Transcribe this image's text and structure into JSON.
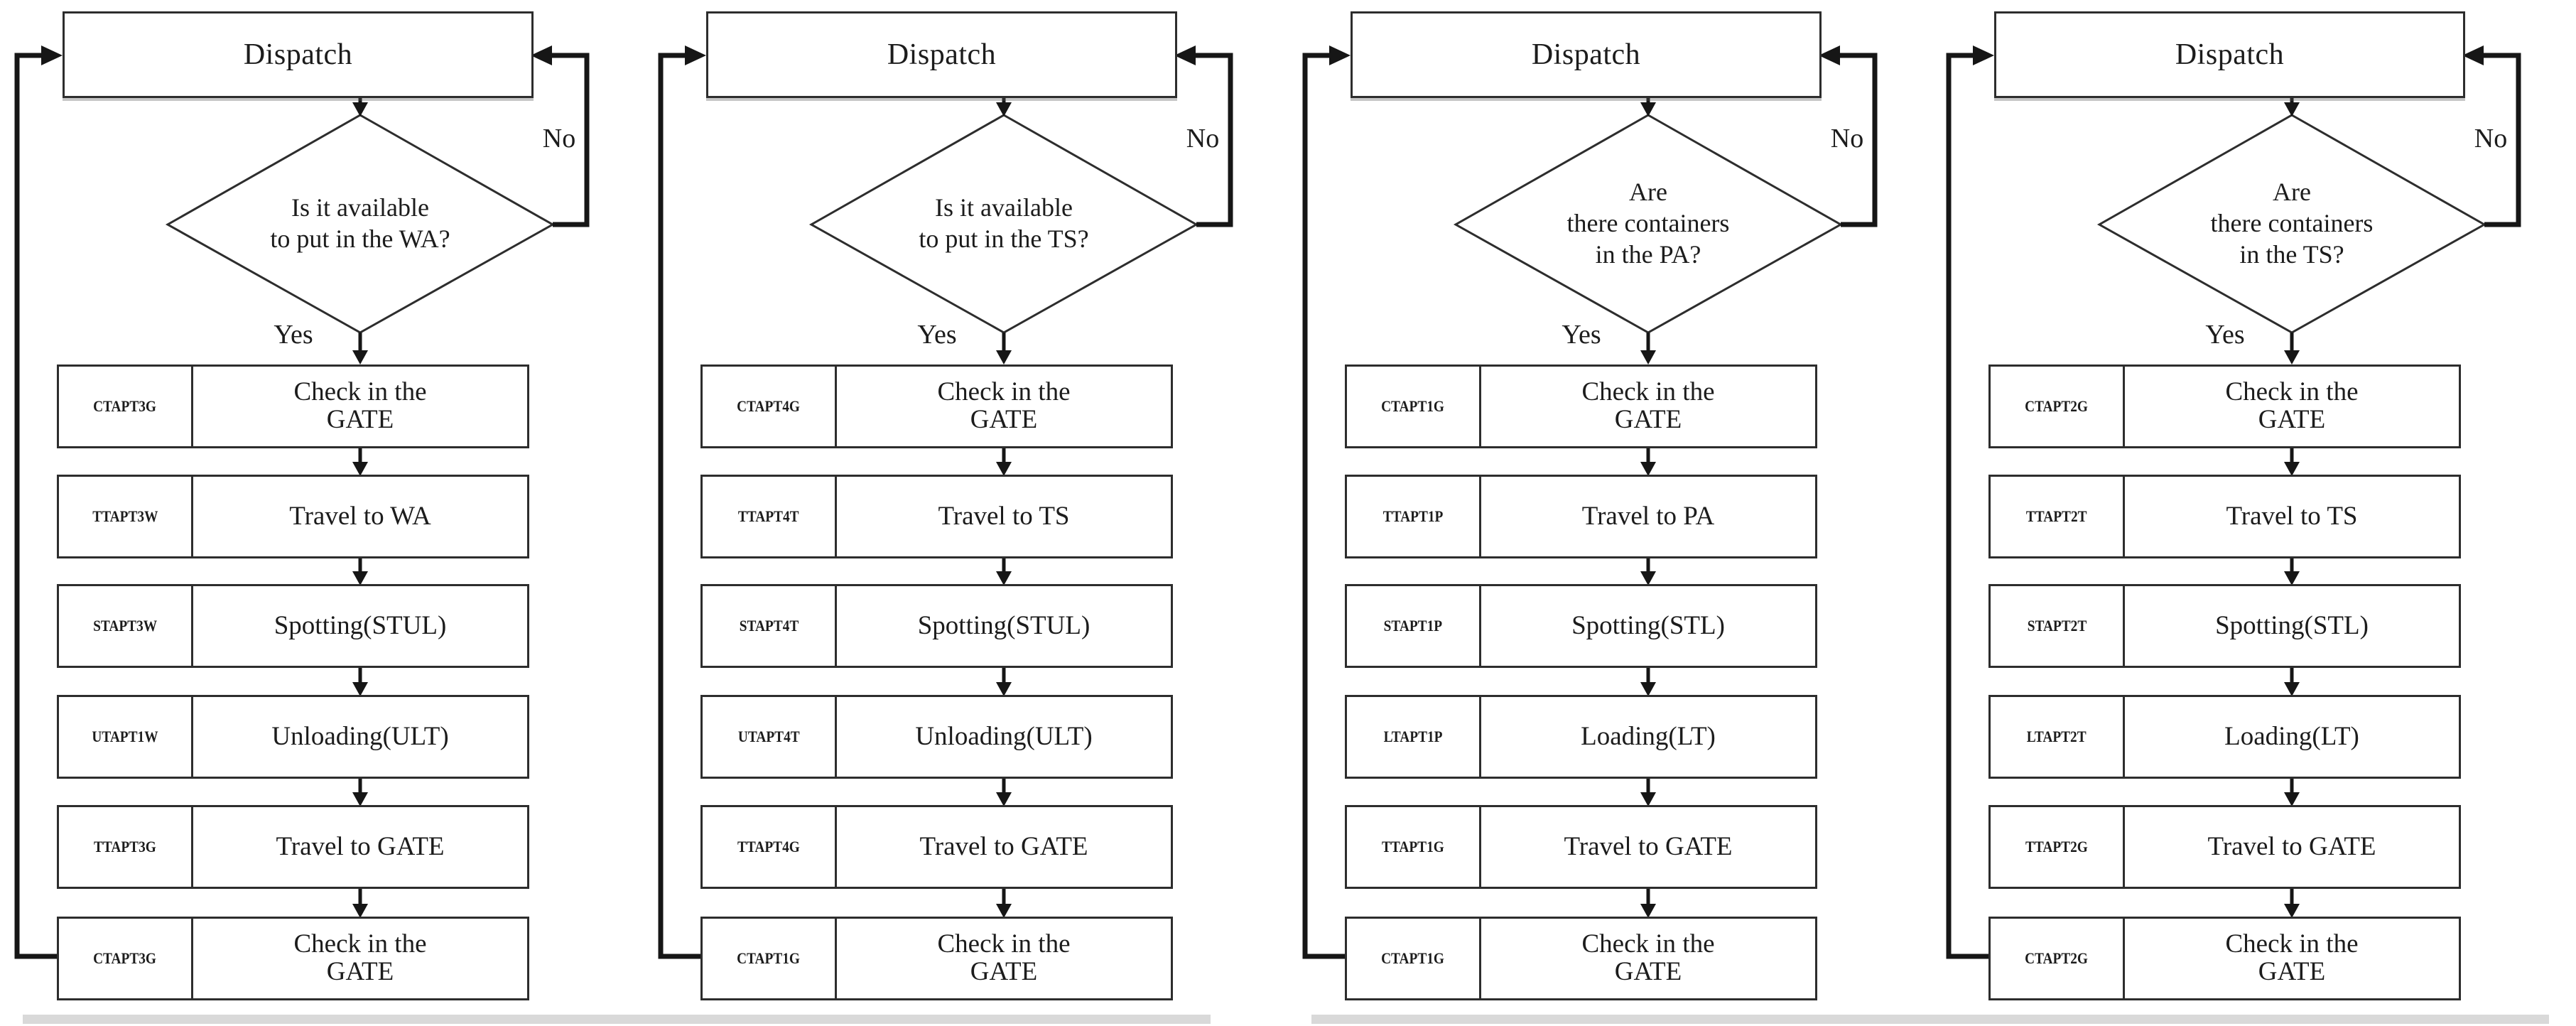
{
  "charts": [
    {
      "dispatch": "Dispatch",
      "question": "Is it available\nto put in the WA?",
      "yes_label": "Yes",
      "no_label": "No",
      "rows": [
        {
          "code": "CTAPT3G",
          "label": "Check in the\nGATE"
        },
        {
          "code": "TTAPT3W",
          "label": "Travel to WA"
        },
        {
          "code": "STAPT3W",
          "label": "Spotting(STUL)"
        },
        {
          "code": "UTAPT1W",
          "label": "Unloading(ULT)"
        },
        {
          "code": "TTAPT3G",
          "label": "Travel to GATE"
        },
        {
          "code": "CTAPT3G",
          "label": "Check in the\nGATE"
        }
      ]
    },
    {
      "dispatch": "Dispatch",
      "question": "Is it available\nto put in the TS?",
      "yes_label": "Yes",
      "no_label": "No",
      "rows": [
        {
          "code": "CTAPT4G",
          "label": "Check in the\nGATE"
        },
        {
          "code": "TTAPT4T",
          "label": "Travel to TS"
        },
        {
          "code": "STAPT4T",
          "label": "Spotting(STUL)"
        },
        {
          "code": "UTAPT4T",
          "label": "Unloading(ULT)"
        },
        {
          "code": "TTAPT4G",
          "label": "Travel to GATE"
        },
        {
          "code": "CTAPT1G",
          "label": "Check in the\nGATE"
        }
      ]
    },
    {
      "dispatch": "Dispatch",
      "question": "Are\nthere containers\nin the PA?",
      "yes_label": "Yes",
      "no_label": "No",
      "rows": [
        {
          "code": "CTAPT1G",
          "label": "Check in the\nGATE"
        },
        {
          "code": "TTAPT1P",
          "label": "Travel to PA"
        },
        {
          "code": "STAPT1P",
          "label": "Spotting(STL)"
        },
        {
          "code": "LTAPT1P",
          "label": "Loading(LT)"
        },
        {
          "code": "TTAPT1G",
          "label": "Travel to GATE"
        },
        {
          "code": "CTAPT1G",
          "label": "Check in the\nGATE"
        }
      ]
    },
    {
      "dispatch": "Dispatch",
      "question": "Are\nthere containers\nin the TS?",
      "yes_label": "Yes",
      "no_label": "No",
      "rows": [
        {
          "code": "CTAPT2G",
          "label": "Check in the\nGATE"
        },
        {
          "code": "TTAPT2T",
          "label": "Travel to TS"
        },
        {
          "code": "STAPT2T",
          "label": "Spotting(STL)"
        },
        {
          "code": "LTAPT2T",
          "label": "Loading(LT)"
        },
        {
          "code": "TTAPT2G",
          "label": "Travel to GATE"
        },
        {
          "code": "CTAPT2G",
          "label": "Check in the\nGATE"
        }
      ]
    }
  ],
  "colors": {
    "line": "#161616",
    "box_border": "#2d2d2d",
    "text": "#1c1c1c",
    "footer_bar": "#d9d9d9"
  }
}
